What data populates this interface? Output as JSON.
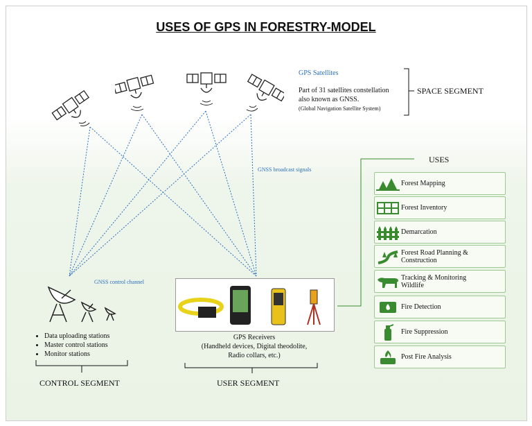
{
  "title": "USES OF GPS IN FORESTRY-MODEL",
  "space": {
    "sat_title": "GPS Satellites",
    "line1": "Part of 31 satellites constellation",
    "line2": "also known as GNSS.",
    "line3": "(Global Navigation Satellite System)",
    "segment_label": "SPACE SEGMENT"
  },
  "signals": {
    "broadcast": "GNSS broadcast signals",
    "control": "GNSS control channel"
  },
  "control": {
    "items": [
      "Data uploading stations",
      "Master control stations",
      "Monitor stations"
    ],
    "segment_label": "CONTROL SEGMENT"
  },
  "user": {
    "line1": "GPS Receivers",
    "line2": "(Handheld devices, Digital theodolite,",
    "line3": "Radio collars, etc.)",
    "segment_label": "USER SEGMENT"
  },
  "uses": {
    "heading": "USES",
    "items": [
      {
        "label": "Forest Mapping",
        "icon": "forest-mapping-icon"
      },
      {
        "label": "Forest Inventory",
        "icon": "inventory-table-icon"
      },
      {
        "label": "Demarcation",
        "icon": "fence-icon"
      },
      {
        "label": "Forest Road Planning &",
        "label2": "Construction",
        "icon": "road-icon"
      },
      {
        "label": "Tracking & Monitoring",
        "label2": "Wildlife",
        "icon": "tiger-icon"
      },
      {
        "label": "Fire Detection",
        "icon": "fire-detection-icon"
      },
      {
        "label": "Fire Suppression",
        "icon": "extinguisher-icon"
      },
      {
        "label": "Post Fire Analysis",
        "icon": "post-fire-icon"
      }
    ]
  },
  "colors": {
    "accent_green": "#3a8a2f",
    "signal_blue": "#2a6fbf"
  }
}
